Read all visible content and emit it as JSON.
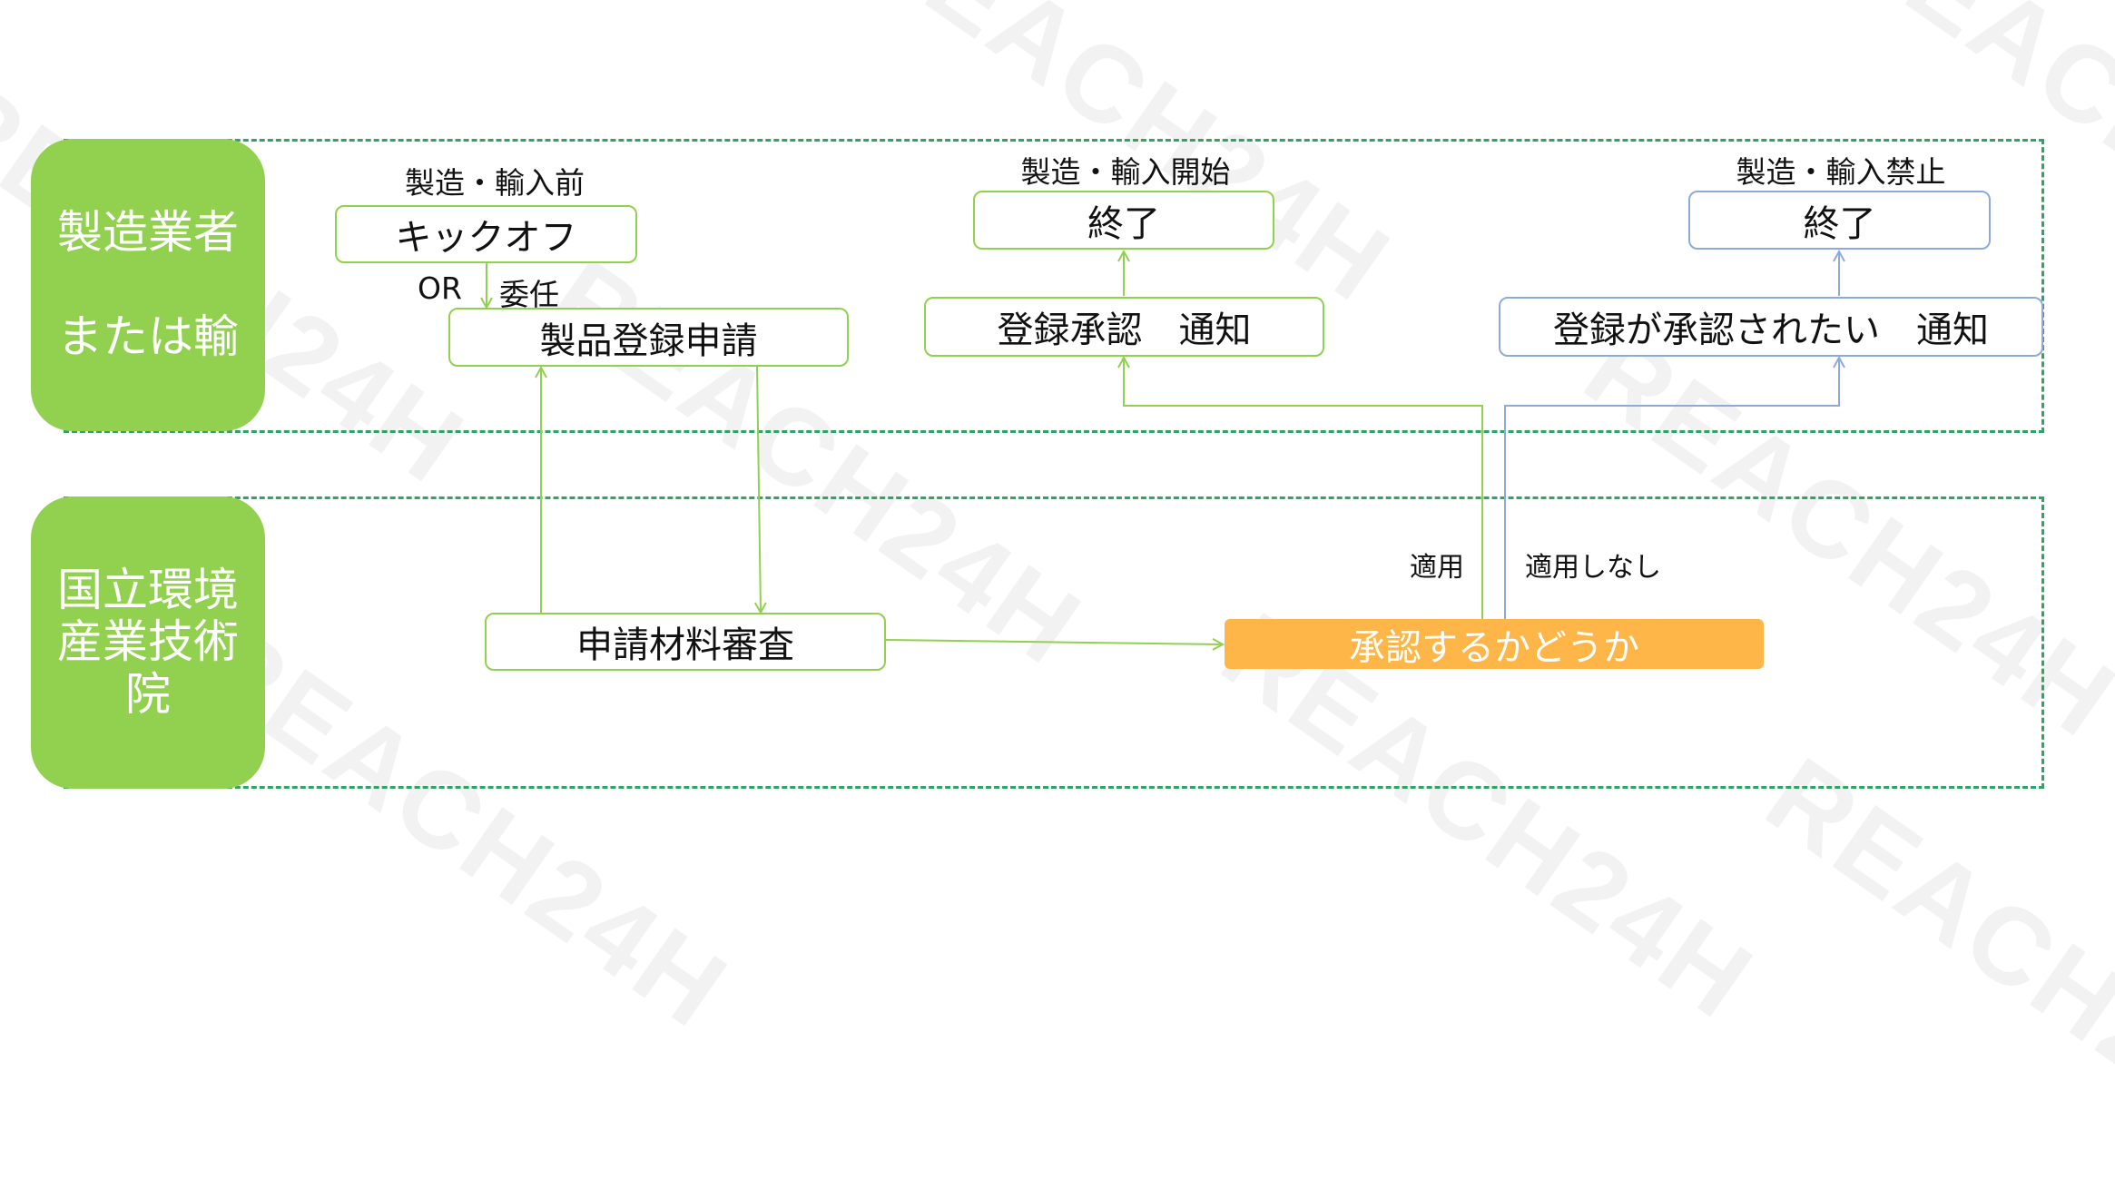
{
  "lanes": {
    "manufacturer": "製造業者\n\nまたは輸",
    "institute": "国立環境\n産業技術\n院"
  },
  "captions": {
    "before": "製造・輸入前",
    "start": "製造・輸入開始",
    "prohibited": "製造・輸入禁止",
    "or_label": "OR",
    "delegate_label": "委任",
    "applicable": "適用",
    "not_applicable": "適用しなし"
  },
  "nodes": {
    "kickoff": "キックオフ",
    "product_registration": "製品登録申請",
    "end_ok": "終了",
    "approval_notice": "登録承認　通知",
    "end_ng": "終了",
    "rejection_notice": "登録が承認されたい　通知",
    "review": "申請材料審査",
    "decision": "承認するかどうか"
  },
  "watermark": "REACH24H",
  "colors": {
    "lane_fill": "#92d050",
    "frame_dash": "#2fa565",
    "green_line": "#92d050",
    "blue_line": "#8eaadb",
    "decision_fill": "#ffb648"
  }
}
